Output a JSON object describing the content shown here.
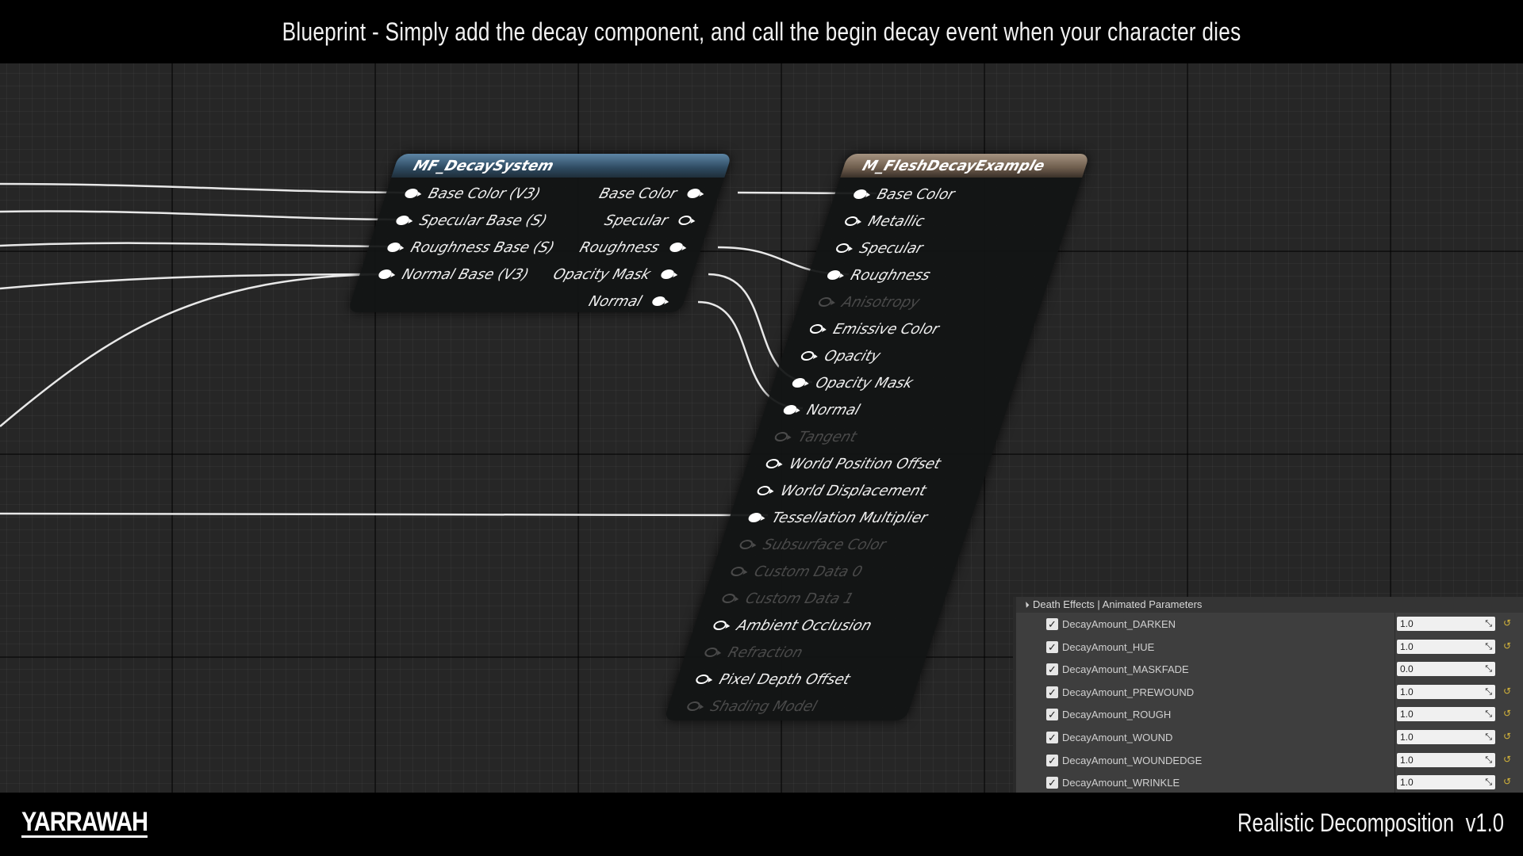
{
  "top_caption": "Blueprint - Simply add the decay component, and call the begin decay event when your character dies",
  "decay_system_node": {
    "title": "MF_DecaySystem",
    "inputs": [
      "Base Color (V3)",
      "Specular Base (S)",
      "Roughness Base (S)",
      "Normal Base (V3)"
    ],
    "outputs": [
      "Base Color",
      "Specular",
      "Roughness",
      "Opacity Mask",
      "Normal"
    ]
  },
  "material_node": {
    "title": "M_FleshDecayExample",
    "pins": [
      {
        "label": "Base Color",
        "connected": true,
        "enabled": true
      },
      {
        "label": "Metallic",
        "connected": false,
        "enabled": true
      },
      {
        "label": "Specular",
        "connected": false,
        "enabled": true
      },
      {
        "label": "Roughness",
        "connected": true,
        "enabled": true
      },
      {
        "label": "Anisotropy",
        "connected": false,
        "enabled": false
      },
      {
        "label": "Emissive Color",
        "connected": false,
        "enabled": true
      },
      {
        "label": "Opacity",
        "connected": false,
        "enabled": true
      },
      {
        "label": "Opacity Mask",
        "connected": true,
        "enabled": true
      },
      {
        "label": "Normal",
        "connected": true,
        "enabled": true
      },
      {
        "label": "Tangent",
        "connected": false,
        "enabled": false
      },
      {
        "label": "World Position Offset",
        "connected": false,
        "enabled": true
      },
      {
        "label": "World Displacement",
        "connected": false,
        "enabled": true
      },
      {
        "label": "Tessellation Multiplier",
        "connected": true,
        "enabled": true
      },
      {
        "label": "Subsurface Color",
        "connected": false,
        "enabled": false
      },
      {
        "label": "Custom Data 0",
        "connected": false,
        "enabled": false
      },
      {
        "label": "Custom Data 1",
        "connected": false,
        "enabled": false
      },
      {
        "label": "Ambient Occlusion",
        "connected": false,
        "enabled": true
      },
      {
        "label": "Refraction",
        "connected": false,
        "enabled": false
      },
      {
        "label": "Pixel Depth Offset",
        "connected": false,
        "enabled": true
      },
      {
        "label": "Shading Model",
        "connected": false,
        "enabled": false
      }
    ]
  },
  "details_panel": {
    "title": "Death Effects | Animated Parameters",
    "params": [
      {
        "name": "DecayAmount_DARKEN",
        "value": "1.0",
        "reset": true
      },
      {
        "name": "DecayAmount_HUE",
        "value": "1.0",
        "reset": true
      },
      {
        "name": "DecayAmount_MASKFADE",
        "value": "0.0",
        "reset": false
      },
      {
        "name": "DecayAmount_PREWOUND",
        "value": "1.0",
        "reset": true
      },
      {
        "name": "DecayAmount_ROUGH",
        "value": "1.0",
        "reset": true
      },
      {
        "name": "DecayAmount_WOUND",
        "value": "1.0",
        "reset": true
      },
      {
        "name": "DecayAmount_WOUNDEDGE",
        "value": "1.0",
        "reset": true
      },
      {
        "name": "DecayAmount_WRINKLE",
        "value": "1.0",
        "reset": true
      }
    ]
  },
  "logo_text": "YARRAWAH",
  "product_title": "Realistic Decomposition",
  "product_version": "v1.0",
  "colors": {
    "mf_header": "#3f6585",
    "material_header": "#8a7765",
    "wire": "#e8e8e8",
    "reset_arrow": "#d4b43a"
  }
}
